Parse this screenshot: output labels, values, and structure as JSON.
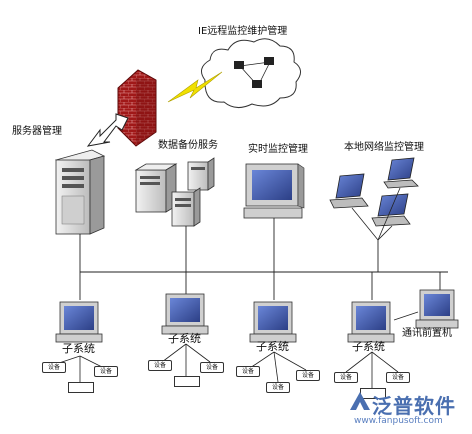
{
  "labels": {
    "remote": "IE远程监控维护管理",
    "server": "服务器管理",
    "backup": "数据备份服务",
    "realtime": "实时监控管理",
    "local": "本地网络监控管理",
    "comm": "通讯前置机"
  },
  "subsystem_label": "子系统",
  "device_label": "设备",
  "brand": {
    "name": "泛普软件",
    "url": "www.fanpusoft.com"
  },
  "colors": {
    "line": "#222222",
    "firewall": "#a01818",
    "lightning": "#f0e000",
    "screen": "#3a4f9c",
    "case": "#d8d8d8",
    "brand": "#4a6fb0"
  },
  "icons": {
    "cloud": "cloud-icon",
    "firewall": "firewall-icon",
    "server": "server-tower-icon",
    "monitor": "monitor-icon",
    "laptop": "laptop-icon"
  }
}
